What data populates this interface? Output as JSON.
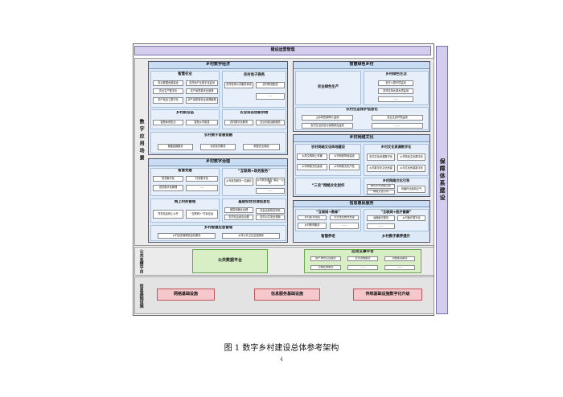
{
  "top_bar": "建设运营管理",
  "right_bar": "保障体系建设",
  "layers": {
    "application": "数字应用场景",
    "platform": "公共支撑平台",
    "infrastructure": "信息基础设施"
  },
  "economy": {
    "title": "乡村数字经济",
    "smart_agri": {
      "title": "智慧农业",
      "items": [
        "农业数据资源建设",
        "农村地产业数字化监测",
        "农业生产数字化",
        "农产品质量安全追溯",
        "农产品加工数字化",
        "农产品质量安全追溯管理"
      ]
    },
    "ecommerce": {
      "title": "农村电子商务",
      "items": [
        "农村电商公共服务体系",
        "农村物流配送"
      ],
      "more": "……"
    },
    "tourism": {
      "title": "乡村新业态",
      "items": [
        "智慧休闲农业",
        "智慧乡村旅游"
      ]
    },
    "tech": {
      "title": "农业科技创新供给",
      "items": [
        "农村数字化服务",
        "农业科技创新服务"
      ]
    },
    "finance": {
      "title": "农村数字普惠金融",
      "items": [
        "便捷金融服务",
        "涉农信贷服务",
        "新型农业保险"
      ]
    }
  },
  "green": {
    "title": "智慧绿色乡村",
    "production": "农业绿色生产",
    "living": {
      "title": "乡村绿色生活",
      "items": [
        "农村人居环境监测",
        "农村饮用水源水质监测"
      ],
      "more": "……"
    },
    "eco": {
      "title": "农村生态保护信息化",
      "items": [
        "山水林田湖草沙监测",
        "农业生态环境监测",
        "农村生活垃圾污染物综合监测",
        "……"
      ]
    }
  },
  "culture": {
    "title": "乡村网络文化",
    "network": {
      "title": "农村网络文化阵地建设",
      "items": [
        "乡风文明网上传播",
        "乡村网络阵地建设",
        "乡村网络文化建设",
        "乡村网络文化产品"
      ]
    },
    "resources": {
      "title": "乡村文化资源数字化",
      "items": [
        "农村文化资源数字化",
        "乡村特色文化数字化",
        "乡村数字化文化资源",
        "乡村文化资源数字化"
      ]
    },
    "creation": "“三农”网络文化创作",
    "guide": {
      "title": "乡村网络文化引导",
      "items": [
        "警示乡村网络文化",
        "网络文化引导",
        "传播时代新风正气"
      ]
    }
  },
  "governance": {
    "title": "乡村数字治理",
    "party": {
      "title": "智慧党建",
      "items": [
        "党务数字化",
        "村务数字化",
        "党员数字化管理"
      ],
      "more": "……"
    },
    "gov": {
      "title": "“互联网+政务服务”",
      "items": [
        "乡村政务服务一站通办",
        "乡村政务服务“最后一公里”"
      ],
      "more": "……"
    },
    "village": {
      "title": "网上村务管理",
      "items": [
        "村务信息网上公开",
        "“互联网+”村民自治"
      ]
    },
    "grassroots": {
      "title": "基层综合治理信息化",
      "items": [
        "基层网格化治理",
        "农村社会综合治理",
        "社会治安防控体系",
        "农村公共安全视频"
      ]
    },
    "emergency": {
      "title": "乡村智慧应急管理",
      "items": [
        "乡村应急管理信息化服务",
        "乡村公共卫生应急服务"
      ]
    }
  },
  "services": {
    "title": "信息惠民服务",
    "edu": {
      "title": "“互联网+教育”",
      "items": [
        "乡村数字校园",
        "乡村优质教育资源",
        "乡村教育服务"
      ],
      "more": "……"
    },
    "health": {
      "title": "“互联网+医疗健康”",
      "items": [
        "远程医疗服务",
        "乡村医疗数字化"
      ],
      "more": "……"
    },
    "elderly": "智慧养老",
    "skills": "乡村数字素养提升"
  },
  "public_platform": {
    "data": "公共数据平台",
    "apps": {
      "title": "应用支撑平台",
      "items": [
        "用户身份认证服务",
        "业务流程服务",
        "流程集成服务",
        "日期应用服务",
        "……",
        "……"
      ]
    }
  },
  "infrastructure": [
    "网络基础设施",
    "信息服务基础设施",
    "传统基础设施数字化升级"
  ],
  "caption": "图 1  数字乡村建设总体参考架构",
  "page_number": "4"
}
